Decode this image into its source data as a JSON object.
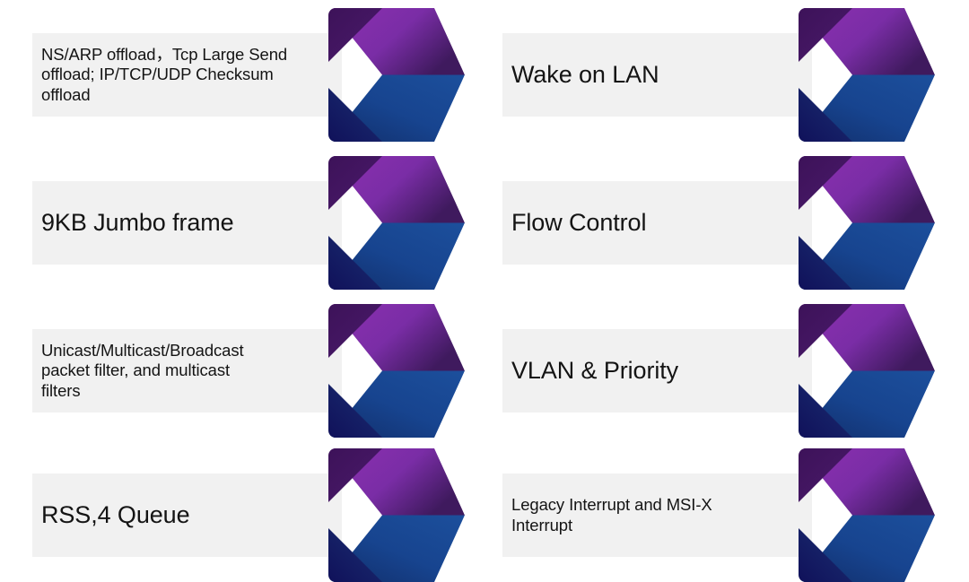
{
  "slide": {
    "background_color": "#ffffff",
    "layout": {
      "columns": 2,
      "rows": 4
    },
    "palette": {
      "plate_fill": "#f1f1f1",
      "text_color": "#141414",
      "purple_light": "#8d2fb0",
      "purple_mid": "#7a2da6",
      "purple_dark": "#3f1a5e",
      "purple_fold": "#3d1259",
      "blue_light": "#1c4f9c",
      "blue_mid": "#17448f",
      "blue_dark": "#12306e",
      "blue_fold": "#10115a"
    },
    "items": [
      {
        "id": "ns-arp-offload",
        "label": "NS/ARP offload，Tcp Large Send\noffload; IP/TCP/UDP Checksum\noffload",
        "size": "small",
        "column": 0,
        "row": 0,
        "icon": "chevron-arrow-icon"
      },
      {
        "id": "wake-on-lan",
        "label": "Wake on LAN",
        "size": "large",
        "column": 1,
        "row": 0,
        "icon": "chevron-arrow-icon"
      },
      {
        "id": "jumbo-frame",
        "label": "9KB Jumbo frame",
        "size": "large",
        "column": 0,
        "row": 1,
        "icon": "chevron-arrow-icon"
      },
      {
        "id": "flow-control",
        "label": "Flow Control",
        "size": "large",
        "column": 1,
        "row": 1,
        "icon": "chevron-arrow-icon"
      },
      {
        "id": "packet-filter",
        "label": "Unicast/Multicast/Broadcast\npacket filter, and multicast\nfilters",
        "size": "small",
        "column": 0,
        "row": 2,
        "icon": "chevron-arrow-icon"
      },
      {
        "id": "vlan-priority",
        "label": "VLAN & Priority",
        "size": "large",
        "column": 1,
        "row": 2,
        "icon": "chevron-arrow-icon"
      },
      {
        "id": "rss-queue",
        "label": "RSS,4 Queue",
        "size": "large",
        "column": 0,
        "row": 3,
        "icon": "chevron-arrow-icon"
      },
      {
        "id": "interrupts",
        "label": "Legacy Interrupt and MSI-X\nInterrupt",
        "size": "small",
        "column": 1,
        "row": 3,
        "icon": "chevron-arrow-icon"
      }
    ]
  }
}
